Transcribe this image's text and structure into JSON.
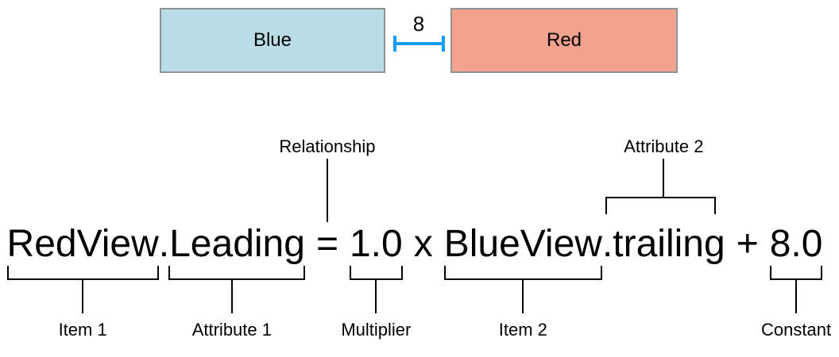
{
  "layout_diagram": {
    "blue_box_label": "Blue",
    "red_box_label": "Red",
    "spacing_value": "8"
  },
  "equation": {
    "segments": [
      {
        "text": "RedView",
        "annotation": "Item 1"
      },
      {
        "text": ".Leading",
        "annotation": "Attribute 1"
      },
      {
        "text": "=",
        "annotation": "Relationship"
      },
      {
        "text": "1.0",
        "annotation": "Multiplier"
      },
      {
        "text": "x",
        "annotation": ""
      },
      {
        "text": "BlueView",
        "annotation": "Item 2"
      },
      {
        "text": ".trailing",
        "annotation": "Attribute 2"
      },
      {
        "text": "+",
        "annotation": ""
      },
      {
        "text": "8.0",
        "annotation": "Constant"
      }
    ]
  },
  "colors": {
    "box-blue-fill": "#badce6",
    "box-red-fill": "#f2a28d",
    "box-border": "#8e9296",
    "ibeam-blue": "#169bf6",
    "line-black": "#000000"
  }
}
